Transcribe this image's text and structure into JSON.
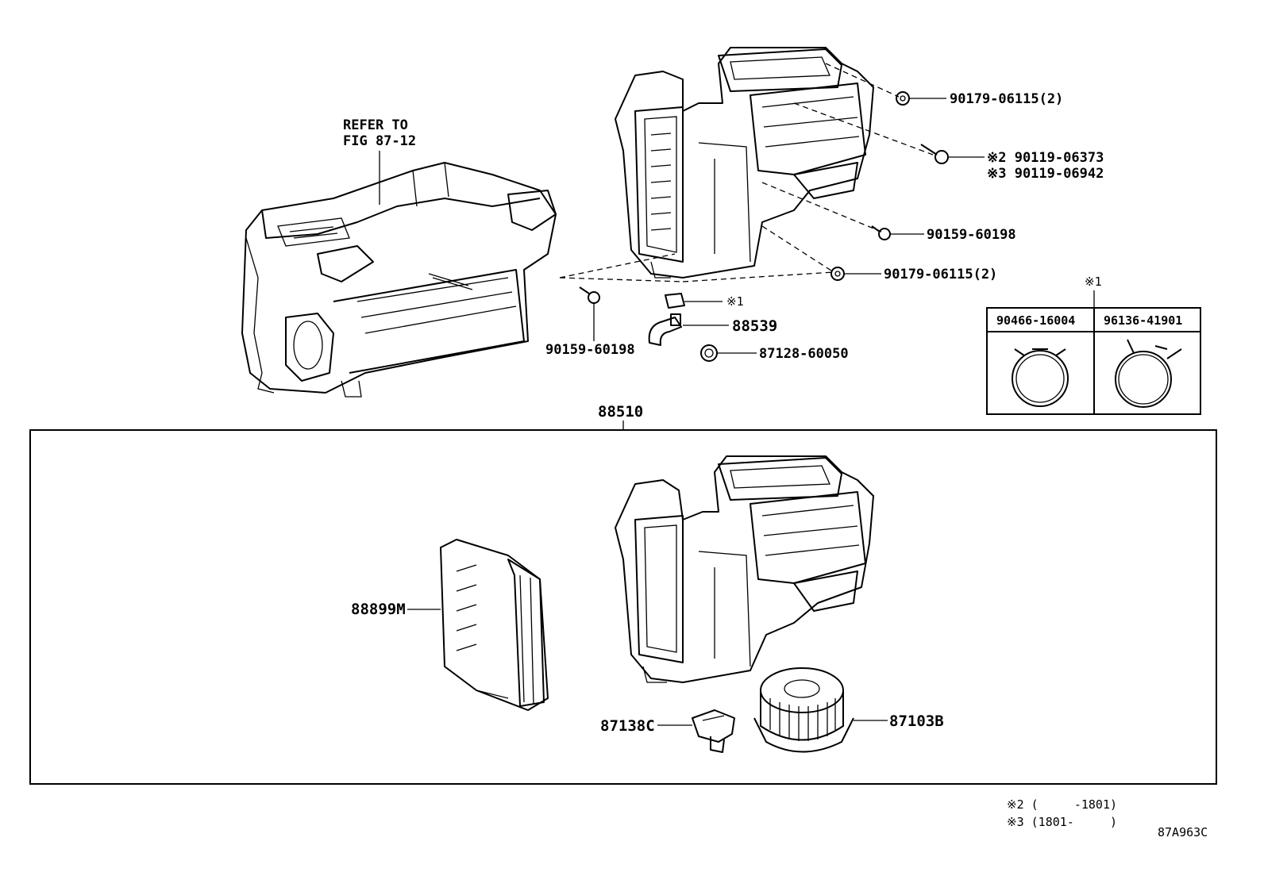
{
  "refer_note": {
    "line1": "REFER TO",
    "line2": "FIG 87-12"
  },
  "callouts": {
    "nut_top": "90179-06115(2)",
    "bolt_note2": "※2 90119-06373",
    "bolt_note3": "※3 90119-06942",
    "screw_right": "90159-60198",
    "nut_bottom": "90179-06115(2)",
    "screw_left": "90159-60198",
    "clamp_mark": "※1",
    "hose": "88539",
    "grommet": "87128-60050",
    "assembly": "88510",
    "filter": "88899M",
    "resistor": "87138C",
    "blower_motor": "87103B"
  },
  "clamp_table": {
    "title": "※1",
    "columns": [
      "90466-16004",
      "96136-41901"
    ]
  },
  "footnotes": {
    "note2": "※2 (     -1801)",
    "note3": "※3 (1801-     )"
  },
  "figure_code": "87A963C",
  "colors": {
    "line": "#000000",
    "background": "#ffffff"
  }
}
